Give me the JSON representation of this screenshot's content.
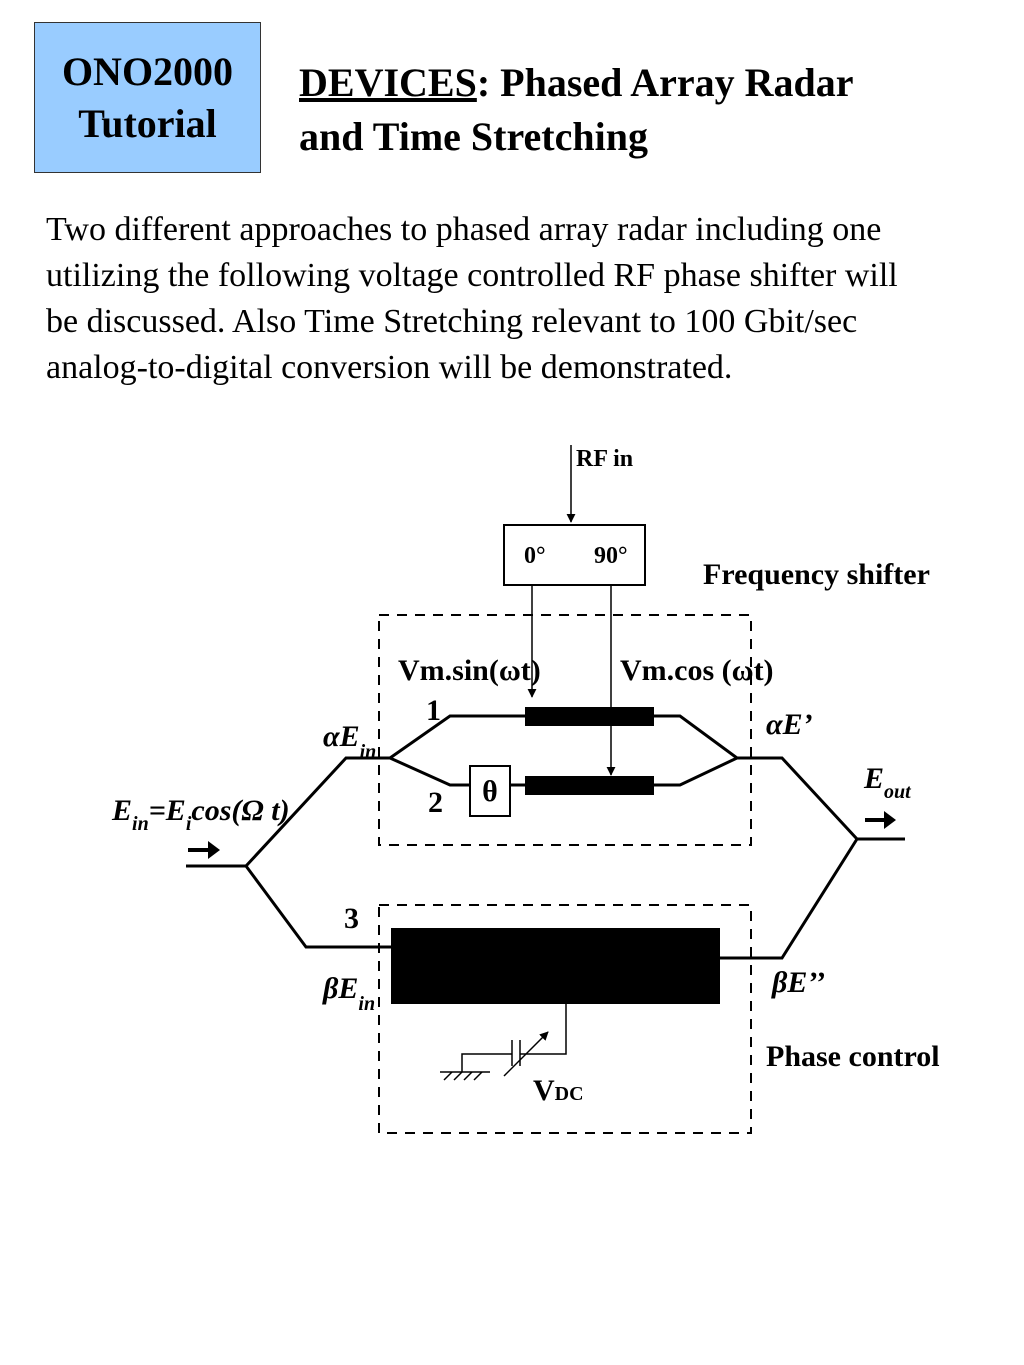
{
  "badge": {
    "line1": "ONO2000",
    "line2": "Tutorial"
  },
  "title": {
    "underlined": "DEVICES",
    "rest": ": Phased Array Radar",
    "line2": "and Time Stretching"
  },
  "body": {
    "lines": [
      "Two different approaches to phased array radar including one",
      "utilizing the following voltage controlled RF phase shifter will",
      "be discussed.  Also Time Stretching relevant to 100 Gbit/sec",
      "analog-to-digital conversion will be demonstrated."
    ]
  },
  "diagram": {
    "rf_in": "RF in",
    "phase_0": "0°",
    "phase_90": "90°",
    "frequency_shifter": "Frequency shifter",
    "phase_control": "Phase control",
    "vm_sin": "Vm.sin(ωt)",
    "vm_cos": "Vm.cos (ωt)",
    "arm1": "1",
    "arm2": "2",
    "arm3": "3",
    "theta": "θ",
    "alpha_e_in": "αE",
    "alpha_e_in_sub": "in",
    "alpha_e_prime": "αE’",
    "beta_e_in": "βE",
    "beta_e_in_sub": "in",
    "beta_e_dprime": "βE’’",
    "e_in_label": "E",
    "e_in_sub": "in",
    "e_in_eq": "=E",
    "e_i_sub": "i",
    "e_in_cos": "cos(Ω t)",
    "e_out": "E",
    "e_out_sub": "out",
    "vdc": "V",
    "vdc_sub": "DC"
  }
}
